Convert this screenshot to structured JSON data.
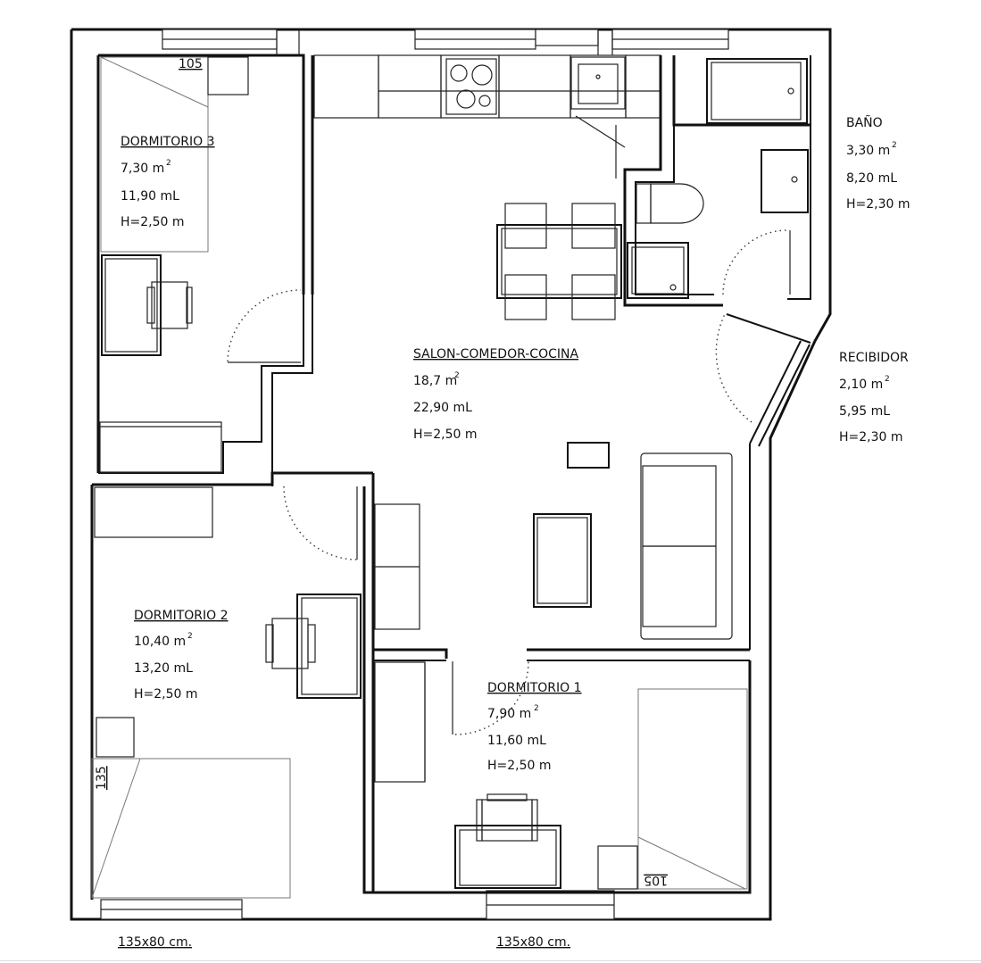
{
  "rooms": {
    "dormitorio3": {
      "name": "DORMITORIO 3",
      "area_value": "7,30 m",
      "area_sup": "2",
      "perimeter": "11,90 mL",
      "height": "H=2,50 m"
    },
    "bano": {
      "name": "BAÑO",
      "area_value": "3,30 m",
      "area_sup": "2",
      "perimeter": "8,20 mL",
      "height": "H=2,30 m"
    },
    "salon": {
      "name": "SALON-COMEDOR-COCINA",
      "area_value": "18,7 m",
      "area_sup": "2",
      "perimeter": "22,90 mL",
      "height": "H=2,50 m"
    },
    "recibidor": {
      "name": "RECIBIDOR",
      "area_value": "2,10 m",
      "area_sup": "2",
      "perimeter": "5,95 mL",
      "height": "H=2,30 m"
    },
    "dormitorio2": {
      "name": "DORMITORIO 2",
      "area_value": "10,40 m",
      "area_sup": "2",
      "perimeter": "13,20 mL",
      "height": "H=2,50 m"
    },
    "dormitorio1": {
      "name": "DORMITORIO 1",
      "area_value": "7,90 m",
      "area_sup": "2",
      "perimeter": "11,60 mL",
      "height": "H=2,50 m"
    }
  },
  "dimensions": {
    "bed3_width": "105",
    "bed2_width": "135",
    "bed1_width": "105",
    "window_left": "135x80 cm.",
    "window_right": "135x80 cm."
  }
}
